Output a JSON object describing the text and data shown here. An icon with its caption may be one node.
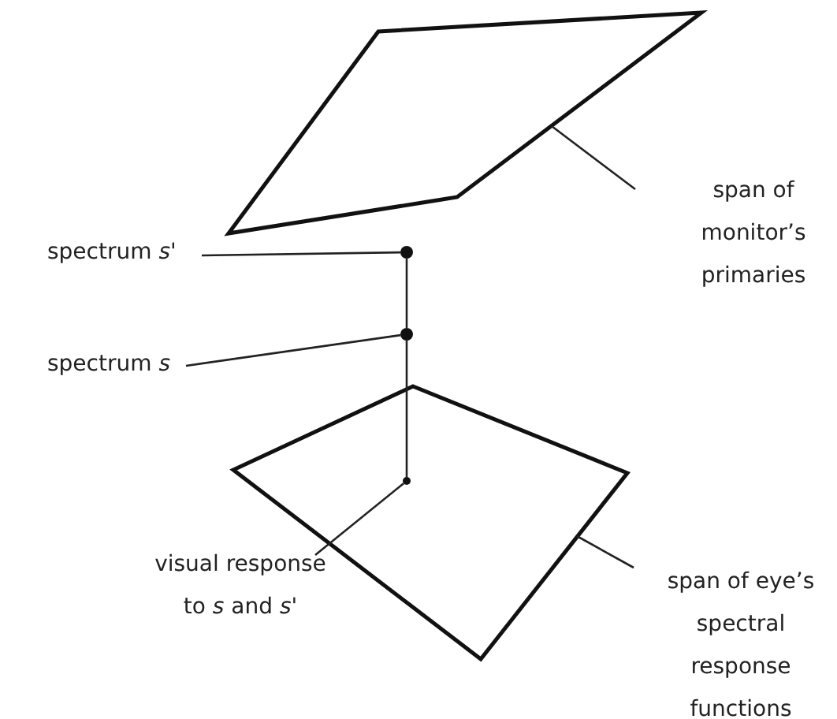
{
  "diagram": {
    "nodes": [
      {
        "text": [],
        "shape": "parallelogram"
      },
      {
        "text": [
          "span of monitor’s primaries"
        ]
      },
      {
        "text": [
          "spectrum *s*'"
        ]
      },
      {
        "text": [],
        "shape": "circle"
      },
      {
        "text": [],
        "shape": "circle"
      },
      {
        "text": [
          "spectrum *s*"
        ]
      },
      {
        "text": [],
        "shape": "diamond"
      },
      {
        "text": [],
        "shape": "circle",
        "in": 6
      },
      {
        "text": [
          "visual response to *s* and *s*'"
        ]
      },
      {
        "text": [
          "span of eye’s spectral response functions"
        ]
      }
    ],
    "edges": [
      {
        "from": 1,
        "to": 0,
        "arrow": "none"
      },
      {
        "from": 2,
        "to": 3,
        "arrow": "none"
      },
      {
        "from": 3,
        "to": 4,
        "arrow": "none"
      },
      {
        "from": 5,
        "to": 4,
        "arrow": "none"
      },
      {
        "from": 4,
        "to": 7,
        "arrow": "none"
      },
      {
        "from": 8,
        "to": 7,
        "arrow": "none"
      },
      {
        "from": 9,
        "to": 6,
        "arrow": "none"
      }
    ]
  }
}
